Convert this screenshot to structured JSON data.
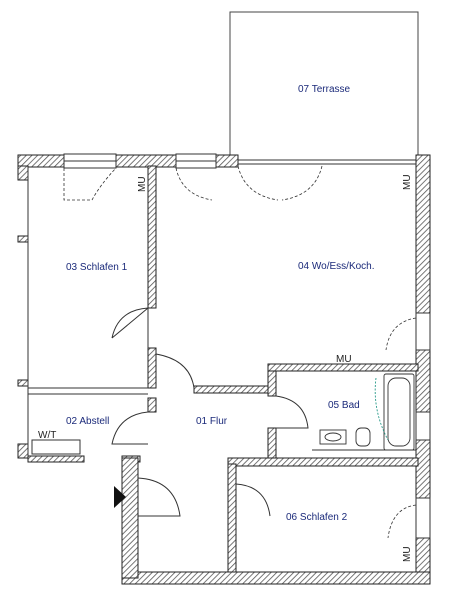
{
  "rooms": {
    "terrasse": "07 Terrasse",
    "schlafen1": "03 Schlafen 1",
    "wohnen": "04 Wo/Ess/Koch.",
    "abstell": "02 Abstell",
    "flur": "01 Flur",
    "bad": "05 Bad",
    "schlafen2": "06 Schlafen 2"
  },
  "annotations": {
    "mu": "MU",
    "wt": "W/T"
  },
  "colors": {
    "wall": "#2b2b2b",
    "hatch": "#6a6a6a",
    "label": "#1b2a7a",
    "line": "#444444",
    "fixture": "#2a9a8a"
  }
}
